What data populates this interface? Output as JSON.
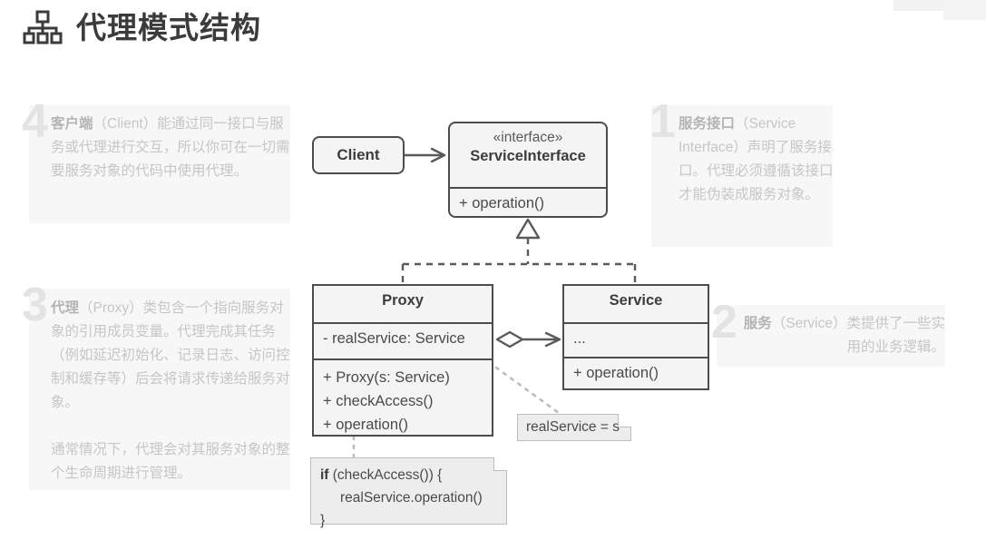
{
  "header": {
    "icon": "sitemap-icon",
    "title": "代理模式结构"
  },
  "annotations": [
    {
      "number": "1",
      "term": "服务接口",
      "paragraphs": [
        "（Service Interface）声明了服务接口。代理必须遵循该接口才能伪装成服务对象。"
      ]
    },
    {
      "number": "2",
      "term": "服务",
      "paragraphs": [
        "（Service）类提供了一些实用的业务逻辑。"
      ]
    },
    {
      "number": "3",
      "term": "代理",
      "paragraphs": [
        "（Proxy）类包含一个指向服务对象的引用成员变量。代理完成其任务（例如延迟初始化、记录日志、访问控制和缓存等）后会将请求传递给服务对象。",
        "通常情况下，代理会对其服务对象的整个生命周期进行管理。"
      ]
    },
    {
      "number": "4",
      "term": "客户端",
      "paragraphs": [
        "（Client）能通过同一接口与服务或代理进行交互，所以你可在一切需要服务对象的代码中使用代理。"
      ]
    }
  ],
  "diagram": {
    "classes": {
      "client": {
        "name": "Client"
      },
      "service_interface": {
        "stereotype": "«interface»",
        "name": "ServiceInterface",
        "operations": [
          "+ operation()"
        ]
      },
      "proxy": {
        "name": "Proxy",
        "attributes": [
          "- realService: Service"
        ],
        "operations": [
          "+ Proxy(s: Service)",
          "+ checkAccess()",
          "+ operation()"
        ]
      },
      "service": {
        "name": "Service",
        "attributes": [
          "..."
        ],
        "operations": [
          "+ operation()"
        ]
      }
    },
    "notes": {
      "assignment": "realService = s",
      "code": {
        "line1_keyword": "if",
        "line1_rest": " (checkAccess()) {",
        "line2": "realService.operation()",
        "line3": "}"
      }
    }
  },
  "colors": {
    "box_fill": "#f4f4f4",
    "box_border": "#4d4d4d",
    "text": "#4a4a4a",
    "annotation_text": "#c6c6c6",
    "annotation_number": "#e3e3e3",
    "annotation_panel": "#f7f7f7",
    "note_fill": "#ededed"
  }
}
